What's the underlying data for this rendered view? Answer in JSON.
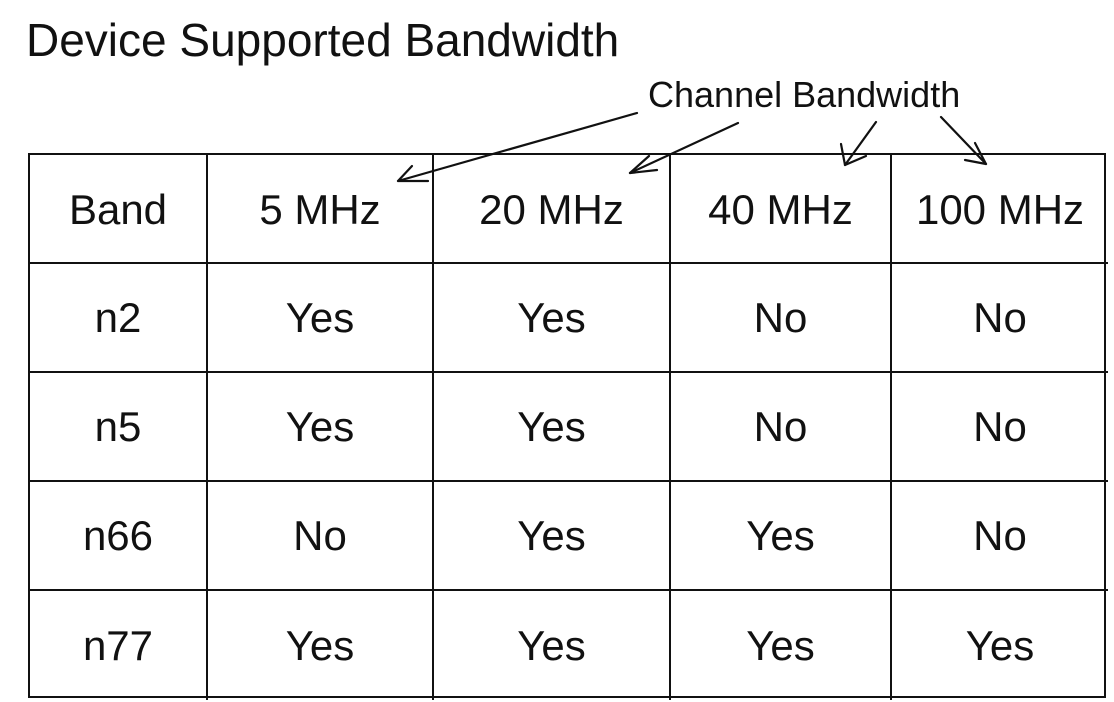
{
  "title": "Device Supported Bandwidth",
  "annotation": "Channel Bandwidth",
  "table": {
    "headers": [
      "Band",
      "5 MHz",
      "20 MHz",
      "40 MHz",
      "100 MHz"
    ],
    "rows": [
      [
        "n2",
        "Yes",
        "Yes",
        "No",
        "No"
      ],
      [
        "n5",
        "Yes",
        "Yes",
        "No",
        "No"
      ],
      [
        "n66",
        "No",
        "Yes",
        "Yes",
        "No"
      ],
      [
        "n77",
        "Yes",
        "Yes",
        "Yes",
        "Yes"
      ]
    ]
  },
  "colors": {
    "ink": "#111111",
    "background": "#ffffff"
  }
}
